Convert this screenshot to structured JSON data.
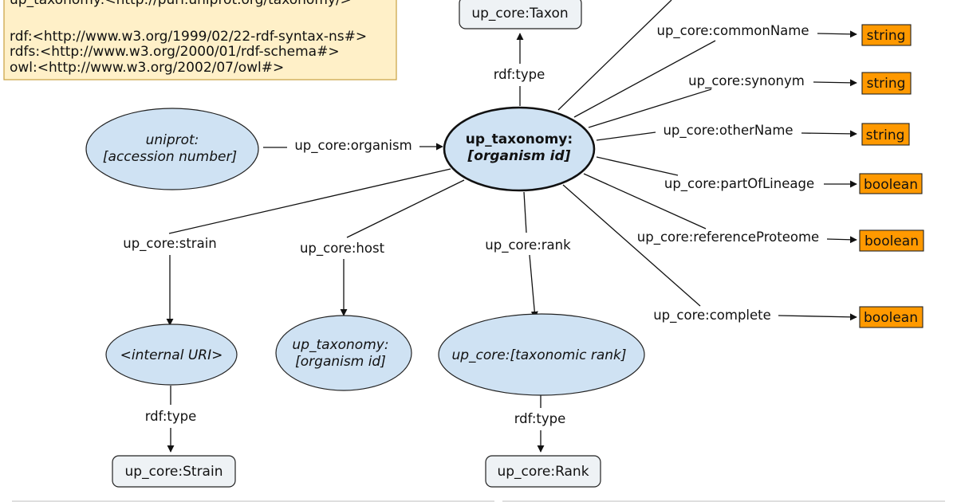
{
  "prefix_box": {
    "lines": [
      "up_taxonomy:<http://purl.uniprot.org/taxonomy/>",
      "",
      "rdf:<http://www.w3.org/1999/02/22-rdf-syntax-ns#>",
      "rdfs:<http://www.w3.org/2000/01/rdf-schema#>",
      "owl:<http://www.w3.org/2002/07/owl#>"
    ],
    "fill": "#fff0c8",
    "border": "#c8a040"
  },
  "colors": {
    "ellipse_fill": "#cfe2f3",
    "class_box_fill": "#eef2f5",
    "literal_fill": "#ff9900"
  },
  "nodes": {
    "center": {
      "line1": "up_taxonomy:",
      "line2": "[organism id]"
    },
    "accession": {
      "line1": "uniprot:",
      "line2": "[accession number]"
    },
    "internal_uri": {
      "label": "<internal URI>"
    },
    "host_taxon": {
      "line1": "up_taxonomy:",
      "line2": "[organism id]"
    },
    "rank_node": {
      "label": "up_core:[taxonomic rank]"
    },
    "taxon_class": {
      "label": "up_core:Taxon"
    },
    "strain_class": {
      "label": "up_core:Strain"
    },
    "rank_class": {
      "label": "up_core:Rank"
    }
  },
  "edges": {
    "organism": "up_core:organism",
    "type_taxon": "rdf:type",
    "strain": "up_core:strain",
    "host": "up_core:host",
    "rank": "up_core:rank",
    "type_strain": "rdf:type",
    "type_rank": "rdf:type"
  },
  "properties": [
    {
      "label": "up_core:commonName",
      "literal": "string"
    },
    {
      "label": "up_core:synonym",
      "literal": "string"
    },
    {
      "label": "up_core:otherName",
      "literal": "string"
    },
    {
      "label": "up_core:partOfLineage",
      "literal": "boolean"
    },
    {
      "label": "up_core:referenceProteome",
      "literal": "boolean"
    },
    {
      "label": "up_core:complete",
      "literal": "boolean"
    }
  ]
}
